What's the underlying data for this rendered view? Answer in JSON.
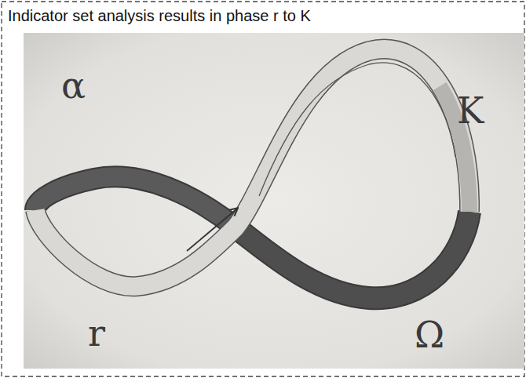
{
  "diagram": {
    "title": "Indicator set analysis results in phase r to K",
    "labels": [
      "α",
      "K",
      "r",
      "Ω"
    ]
  }
}
